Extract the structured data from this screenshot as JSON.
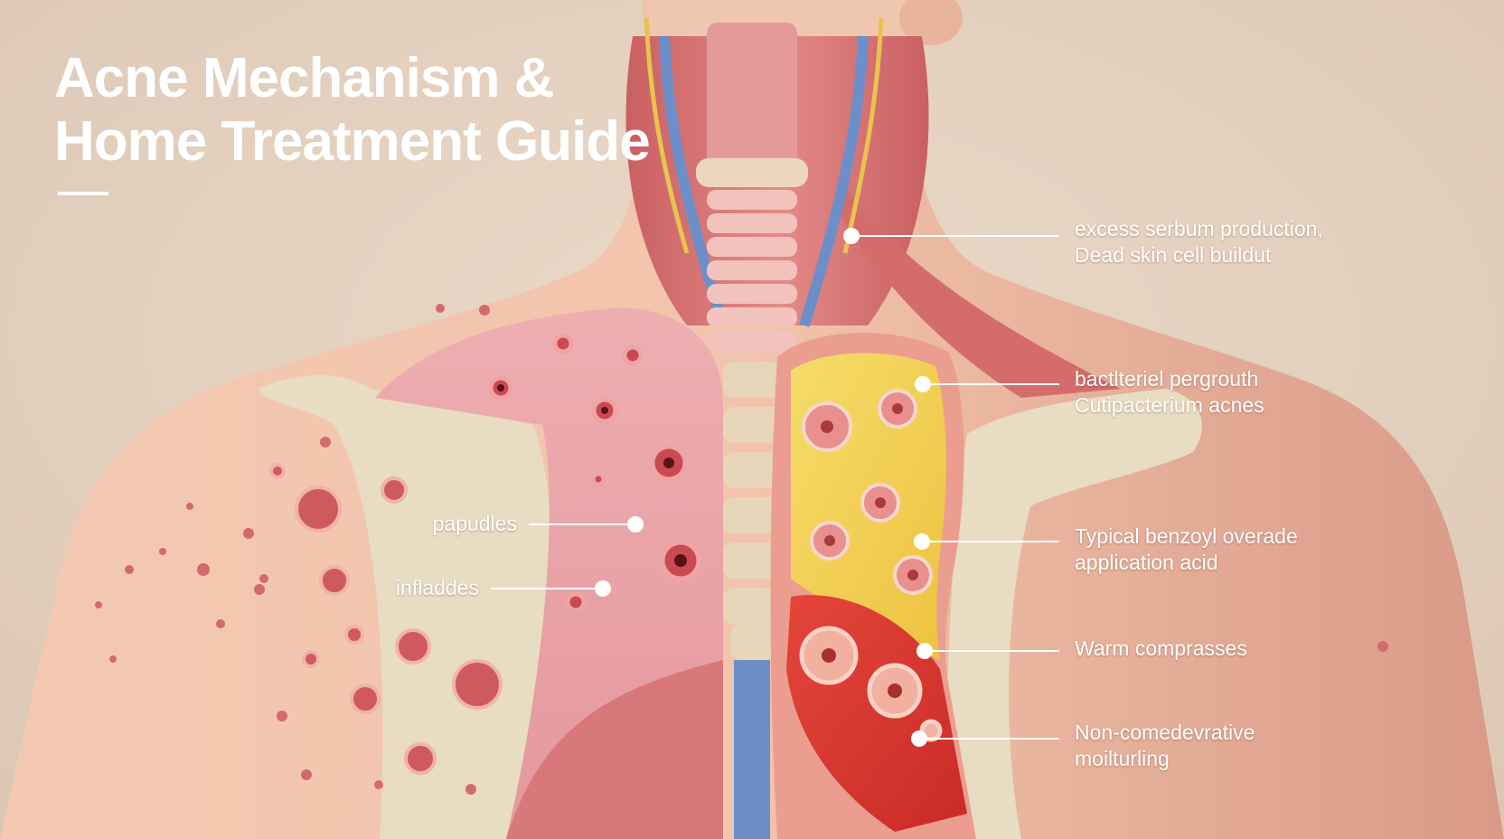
{
  "title": {
    "line1": "Acne Mechanism &",
    "line2": "Home Treatment Guide"
  },
  "callouts": {
    "sebum": {
      "line1": "excess serbum production,",
      "line2": "Dead skin cell buildut"
    },
    "bacteria": {
      "line1": "bactlteriel pergrouth",
      "line2": "Cutipacterium acnes"
    },
    "benzoyl": {
      "line1": "Typical benzoyl overade",
      "line2": "application acid"
    },
    "compress": {
      "line1": "Warm comprasses"
    },
    "moisturizer": {
      "line1": "Non-comedevrative",
      "line2": "moilturling"
    },
    "papules": {
      "line1": "papudles"
    },
    "inflamed": {
      "line1": "infladdes"
    }
  },
  "colors": {
    "background": "#e6d3c2",
    "skin": "#efc1a8",
    "muscle": "#d9787a",
    "blue_vessel": "#6d8fc9",
    "yellow_panel": "#f0cf4d",
    "red_panel": "#d8342e",
    "beige_plate": "#e8dcc2",
    "label_text": "#ffffff"
  }
}
